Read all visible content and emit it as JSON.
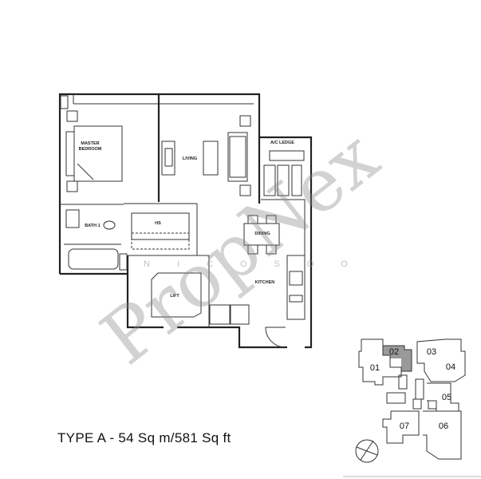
{
  "plan": {
    "title": "TYPE A - 54 Sq m/581 Sq ft",
    "rooms": {
      "master_bedroom_1": "MASTER",
      "master_bedroom_2": "BEDROOM",
      "living": "LIVING",
      "ac_ledge": "A/C LEDGE",
      "bath": "BATH 1",
      "hs": "HS",
      "dining": "DINING",
      "kitchen": "KITCHEN",
      "lift": "LIFT"
    }
  },
  "key_plan": {
    "units": [
      "01",
      "02",
      "03",
      "04",
      "05",
      "06",
      "07"
    ],
    "highlighted_unit": "02",
    "highlight_color": "#9a9a9a"
  },
  "watermark": {
    "brand": "PropNex",
    "sub": "NICOSOO"
  }
}
